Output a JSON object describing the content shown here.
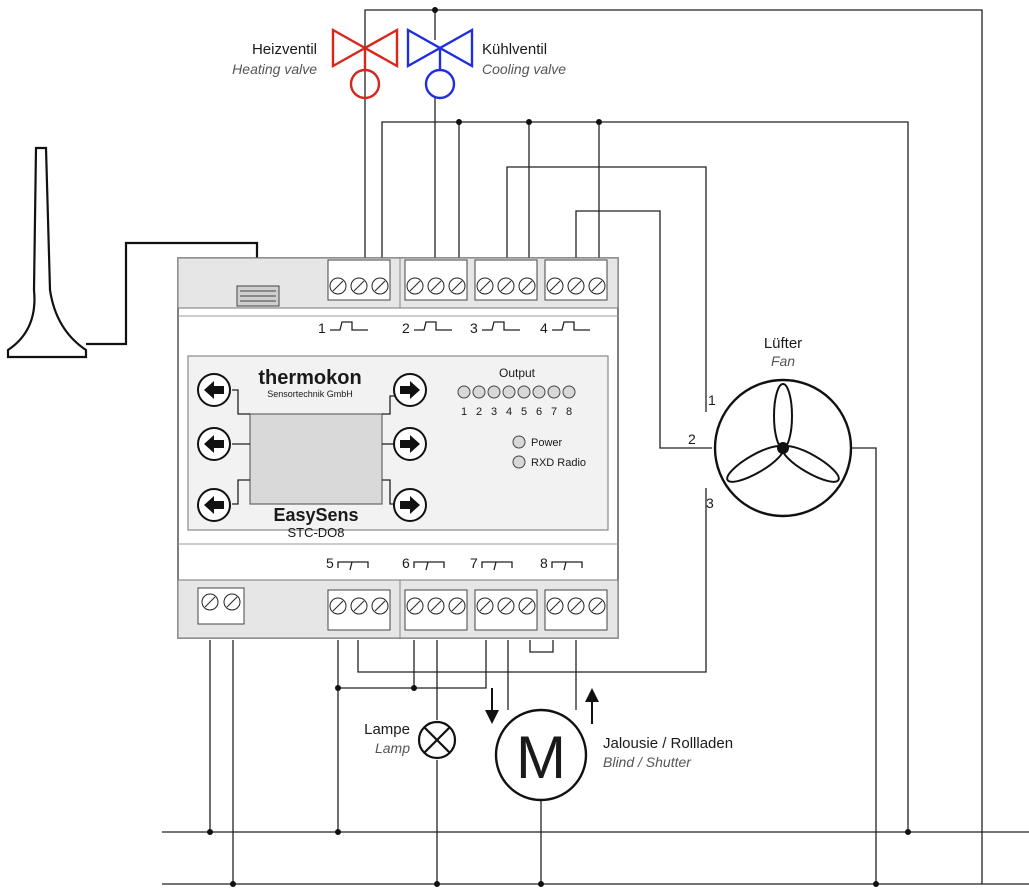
{
  "labels": {
    "heating_valve_de": "Heizventil",
    "heating_valve_en": "Heating valve",
    "cooling_valve_de": "Kühlventil",
    "cooling_valve_en": "Cooling valve",
    "fan_de": "Lüfter",
    "fan_en": "Fan",
    "lamp_de": "Lampe",
    "lamp_en": "Lamp",
    "blind_de": "Jalousie / Rollladen",
    "blind_en": "Blind / Shutter",
    "motor_symbol": "M",
    "fan_terminals": [
      "1",
      "2",
      "3"
    ]
  },
  "device": {
    "brand": "thermokon",
    "brand_sub": "Sensortechnik GmbH",
    "product": "EasySens",
    "model": "STC-DO8",
    "output_title": "Output",
    "output_numbers": [
      "1",
      "2",
      "3",
      "4",
      "5",
      "6",
      "7",
      "8"
    ],
    "power_label": "Power",
    "rxd_label": "RXD Radio",
    "relays_top": [
      "1",
      "2",
      "3",
      "4"
    ],
    "relays_bottom": [
      "5",
      "6",
      "7",
      "8"
    ]
  },
  "colors": {
    "heating": "#d9261c",
    "cooling": "#1f2ee0",
    "housing": "#e6e6e6",
    "line": "#222222"
  }
}
